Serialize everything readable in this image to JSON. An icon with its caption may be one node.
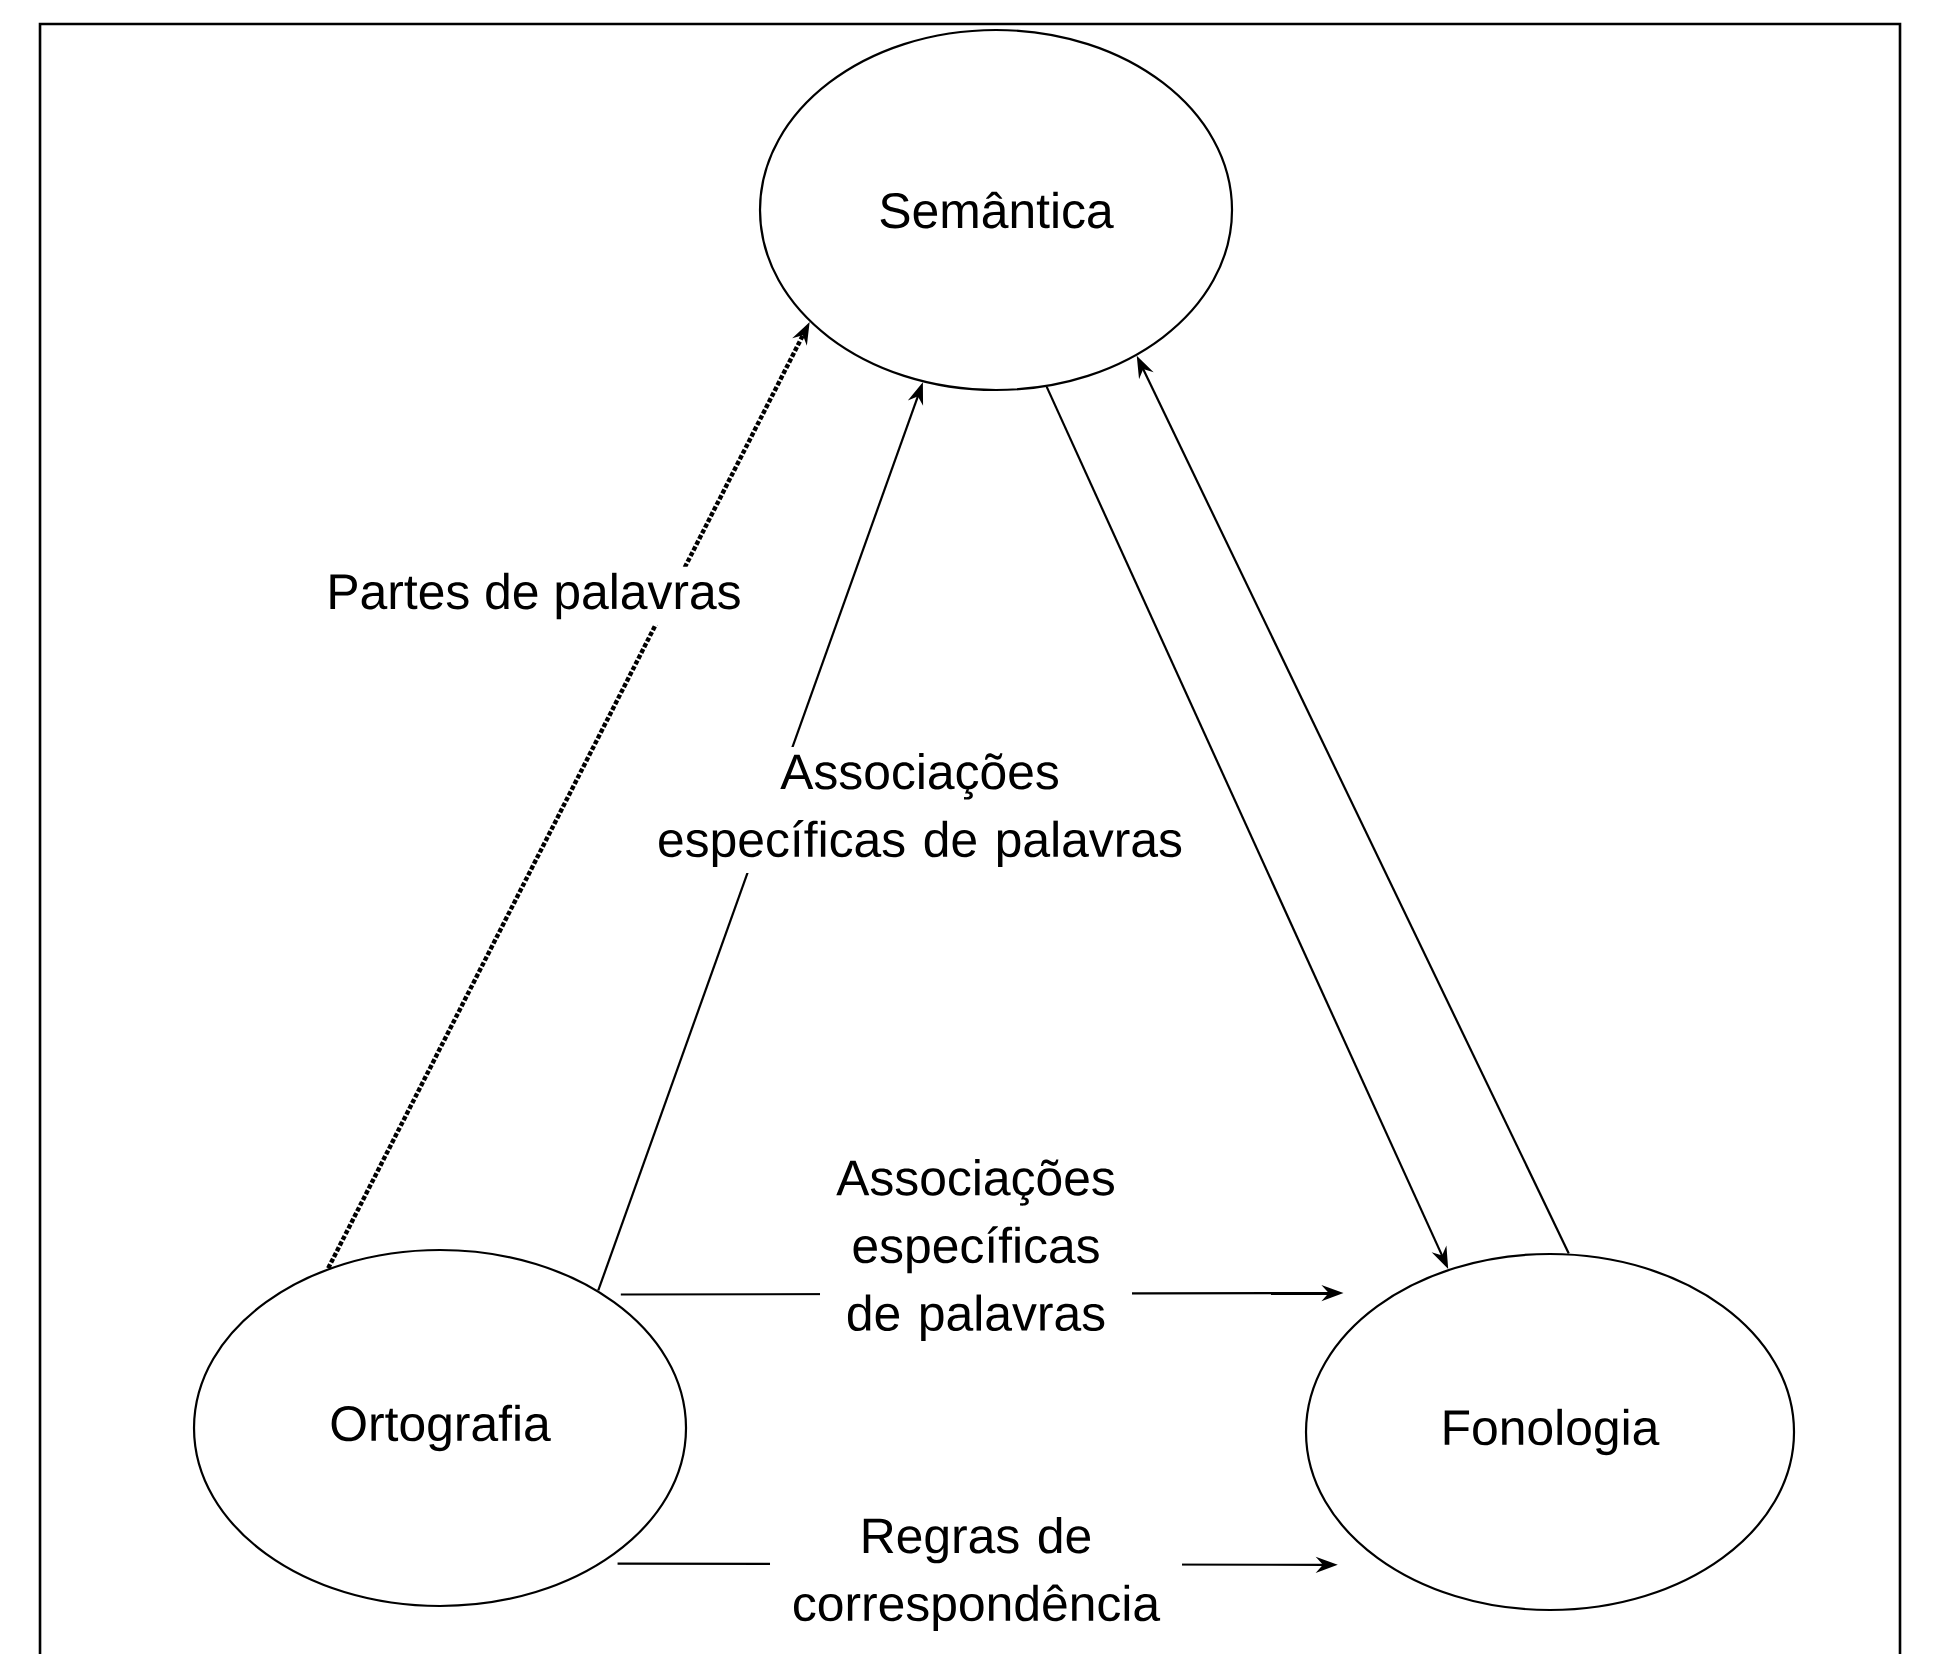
{
  "diagram": {
    "nodes": [
      {
        "text": [
          "Semântica"
        ]
      },
      {
        "text": [
          "Ortografia"
        ]
      },
      {
        "text": [
          "Fonologia"
        ]
      }
    ],
    "edges": [
      {
        "from": 1,
        "to": 0,
        "arrow": "to",
        "style": "dashed",
        "label": "Partes de palavras"
      },
      {
        "from": 1,
        "to": 0,
        "arrow": "to",
        "label": "Associações específicas de palavras"
      },
      {
        "from": 0,
        "to": 2,
        "arrow": "to"
      },
      {
        "from": 2,
        "to": 0,
        "arrow": "to"
      },
      {
        "from": 1,
        "to": 2,
        "arrow": "to",
        "label": "Associações específicas de palavras"
      },
      {
        "from": 1,
        "to": 2,
        "arrow": "to",
        "label": "Regras de correspondência"
      }
    ]
  }
}
